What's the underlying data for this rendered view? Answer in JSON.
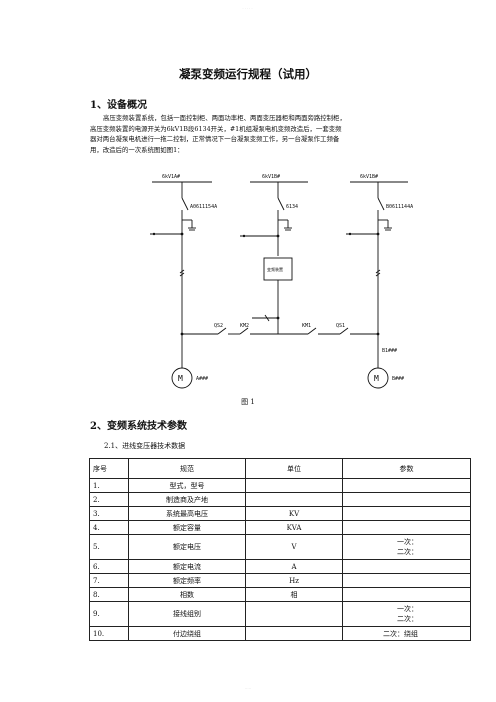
{
  "page": {
    "header_mark": "·····",
    "footer_mark": "·····"
  },
  "doc": {
    "title": "凝泵变频运行规程（试用）",
    "section1": "1、设备概况",
    "para_lines": [
      "高压变频装置系统，包括一面控制柜、两面功率柜、两面变压器柜和两面旁路控制柜，",
      "高压变频装置的电源开关为6kV1B段6134开关，#1机组凝泵电机变频改造后，一套变频",
      "器对两台凝泵电机进行一拖二控制，正常情况下一台凝泵变频工作，另一台凝泵作工频备",
      "用，改造后的一次系统图如图1："
    ],
    "figure_caption": "图 1",
    "section2": "2、变频系统技术参数",
    "subsection": "2.1、进线变压器技术数据"
  },
  "diagram": {
    "bus1": "6kV1A#",
    "bus2": "6kV1B#",
    "bus3": "6kV1B#",
    "breaker1": "A0611154A",
    "breaker2": "6134",
    "breaker3": "B0611144A",
    "vfd": "变频装置",
    "qs_left": "QS2",
    "km_left": "KM2",
    "km_right": "KM1",
    "qs_right": "QS1",
    "bypass_label": "B1###",
    "motor_symbol": "M",
    "motor_left": "A###",
    "motor_right": "B###",
    "line_color": "#111111"
  },
  "table": {
    "headers": [
      "序号",
      "规范",
      "单位",
      "参数"
    ],
    "rows": [
      {
        "no": "1.",
        "name": "型式，型号",
        "unit": "",
        "value": ""
      },
      {
        "no": "2.",
        "name": "制造商及产地",
        "unit": "",
        "value": ""
      },
      {
        "no": "3.",
        "name": "系统最高电压",
        "unit": "KV",
        "value": ""
      },
      {
        "no": "4.",
        "name": "额定容量",
        "unit": "KVA",
        "value": ""
      },
      {
        "no": "5.",
        "name": "额定电压",
        "unit": "V",
        "value": "",
        "lines": [
          "一次：",
          "二次："
        ]
      },
      {
        "no": "6.",
        "name": "额定电流",
        "unit": "A",
        "value": ""
      },
      {
        "no": "7.",
        "name": "额定频率",
        "unit": "Hz",
        "value": ""
      },
      {
        "no": "8.",
        "name": "相数",
        "unit": "相",
        "value": ""
      },
      {
        "no": "9.",
        "name": "接线组别",
        "unit": "",
        "value": "",
        "lines": [
          "一次：",
          "二次："
        ]
      },
      {
        "no": "10.",
        "name": "付边绕组",
        "unit": "",
        "value": "二次：绕组"
      }
    ]
  }
}
